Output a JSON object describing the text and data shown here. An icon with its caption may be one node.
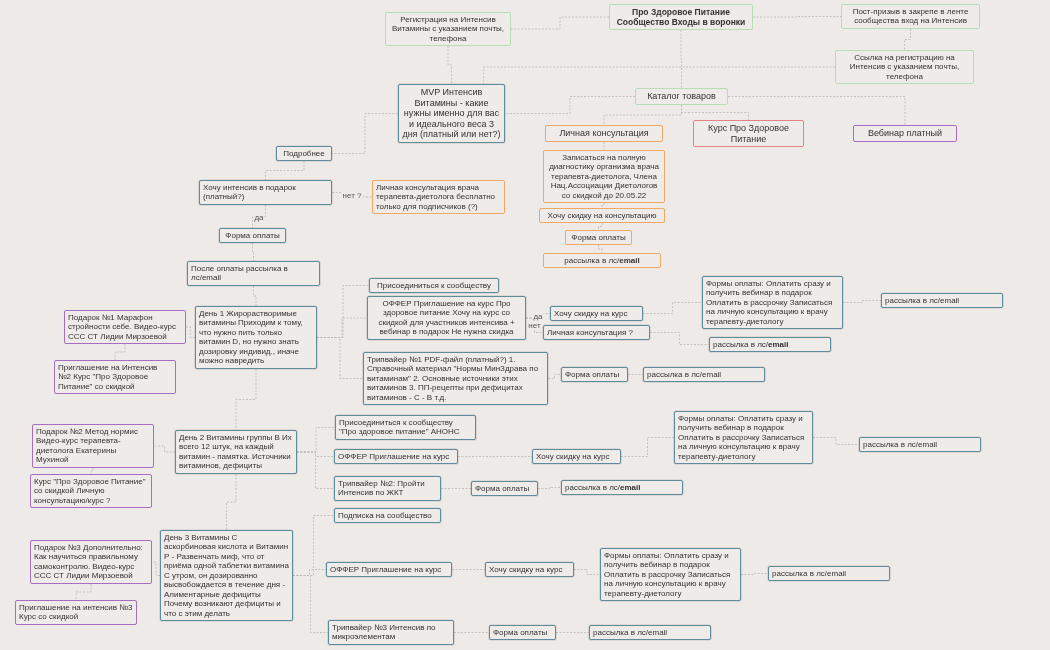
{
  "diagram": {
    "nodes": [
      {
        "text": [
          "Про Здоровое Питание Сообщество Входы в воронки"
        ]
      },
      {
        "text": [
          "Регистрация на Интенсив Витамины с указанием почты, телефона"
        ]
      },
      {
        "text": [
          "Пост-призыв в закрепе в ленте сообщества вход на Интенсив"
        ]
      },
      {
        "text": [
          "Ссылка на регистрацию на Интенсив с указанием почты, телефона"
        ]
      },
      {
        "text": [
          "MVP Интенсив Витамины - какие нужны именно для вас и идеального веса 3 дня (платный или нет?)"
        ]
      },
      {
        "text": [
          "Каталог товаров"
        ]
      },
      {
        "text": [
          "Личная консультация"
        ]
      },
      {
        "text": [
          "Курс Про Здоровое Питание"
        ]
      },
      {
        "text": [
          "Вебинар платный"
        ]
      },
      {
        "text": [
          "Записаться на полную диагностику организма врача терапевта-диетолога, Члена Нац.Ассоциации Диетологов со скидкой до 20.05.22"
        ]
      },
      {
        "text": [
          "Хочу скидку на консультацию"
        ]
      },
      {
        "text": [
          "Форма оплаты"
        ]
      },
      {
        "text": [
          "рассылка в лс/**email**"
        ]
      },
      {
        "text": [
          "Подробнее"
        ]
      },
      {
        "text": [
          "Хочу интенсив в подарок (платный?)"
        ]
      },
      {
        "text": [
          "Личная консультация врача терапевта-диетолога бесплатно только для подписчиков (?)"
        ]
      },
      {
        "text": [
          "Форма оплаты"
        ]
      },
      {
        "text": [
          "После оплаты рассылка в лс/email"
        ]
      },
      {
        "text": [
          "Присоединиться к сообществу"
        ]
      },
      {
        "text": [
          "День 1 Жирорастворимые витамины Приходим к тому, что нужно пить только витамин D, но нужно знать дозировку индивид., иначе можно навредить"
        ]
      },
      {
        "text": [
          "ОФФЕР Приглашение на курс Про здоровое питание Хочу на курс со скидкой для участников интенсива + вебинар в подарок Не нужна скидка"
        ]
      },
      {
        "text": [
          "Хочу скидку на курс"
        ]
      },
      {
        "text": [
          "Личная консультация ?"
        ]
      },
      {
        "text": [
          "Формы оплаты: Оплатить сразу и получить вебинар в подарок Оплатить в рассрочку Записаться на личную консультацию к врачу терапевту-диетологу"
        ]
      },
      {
        "text": [
          "рассылка в лс/email"
        ]
      },
      {
        "text": [
          "рассылка в лс/**email**"
        ]
      },
      {
        "text": [
          "Подарок №1 Марафон стройности себе. Видео-курс ССС СТ Лидии Мирзоевой"
        ]
      },
      {
        "text": [
          "Приглашение на Интенсив №2 Курс \"Про Здоровое Питание\" со скидкой"
        ]
      },
      {
        "text": [
          "Трипвайер №1 PDF-файл (платный?) 1. Справочный материал \"Нормы МинЗдрава по витаминам\" 2. Основные источники этих витаминов 3. ПП-рецепты при дефицитах витаминов - С - В т.д."
        ]
      },
      {
        "text": [
          "Форма оплаты"
        ]
      },
      {
        "text": [
          "рассылка в лс/email"
        ]
      },
      {
        "text": [
          "Присоединиться к сообществу \"Про здоровое питание\" АНОНС"
        ]
      },
      {
        "text": [
          "День 2 Витамины группы В Их всего 12 штук, на каждый витамин - памятка. Источники витаминов, дефициты"
        ]
      },
      {
        "text": [
          "ОФФЕР Приглашение на курс"
        ]
      },
      {
        "text": [
          "Хочу скидку на курс"
        ]
      },
      {
        "text": [
          "Формы оплаты: Оплатить сразу и получить вебинар в подарок Оплатить в рассрочку Записаться на личную консультацию к врачу терапевту-диетологу"
        ]
      },
      {
        "text": [
          "рассылка в лс/email"
        ]
      },
      {
        "text": [
          "Подарок №2 Метод нормис Видео-курс терапевта-диетолога Екатерины Мухиной"
        ]
      },
      {
        "text": [
          "Курс \"Про Здоровое Питание\" со скидкой Личную консультацию/курс ?"
        ]
      },
      {
        "text": [
          "Трипвайер №2: Пройти Интенсив по ЖКТ"
        ]
      },
      {
        "text": [
          "Форма оплаты"
        ]
      },
      {
        "text": [
          "рассылка в лс/**email**"
        ]
      },
      {
        "text": [
          "Подписка на сообщество"
        ]
      },
      {
        "text": [
          "День 3 Витамины С аскорбиновая кислота и Витамин Р - Развенчать миф, что от приёма одной таблетки витамина С утром, он дозированно высвобождается в течение дня - Алиментарные дефициты Почему возникают дефициты и что с этим делать"
        ]
      },
      {
        "text": [
          "ОФФЕР Приглашение на курс"
        ]
      },
      {
        "text": [
          "Хочу скидку на курс"
        ]
      },
      {
        "text": [
          "Формы оплаты: Оплатить сразу и получить вебинар в подарок Оплатить в рассрочку Записаться на личную консультацию к врачу терапевту-диетологу"
        ]
      },
      {
        "text": [
          "рассылка в лс/email"
        ]
      },
      {
        "text": [
          "Подарок №3 Дополнительно: Как научиться правильному самоконтролю. Видео-курс ССС СТ Лидии Мирзоевой"
        ]
      },
      {
        "text": [
          "Приглашение на интенсив №3 Курс со скидкой"
        ]
      },
      {
        "text": [
          "Трипвайер №3 Интенсив по микроэлементам"
        ]
      },
      {
        "text": [
          "Форма оплаты"
        ]
      },
      {
        "text": [
          "рассылка в лс/email"
        ]
      }
    ],
    "edges": [
      {
        "from": 0,
        "to": 1,
        "arrow": "none"
      },
      {
        "from": 0,
        "to": 2,
        "arrow": "none"
      },
      {
        "from": 2,
        "to": 3,
        "arrow": "none"
      },
      {
        "from": 1,
        "to": 4,
        "arrow": "none"
      },
      {
        "from": 3,
        "to": 4,
        "arrow": "none"
      },
      {
        "from": 0,
        "to": 5,
        "arrow": "none"
      },
      {
        "from": 5,
        "to": 4,
        "arrow": "none"
      },
      {
        "from": 5,
        "to": 6,
        "arrow": "none"
      },
      {
        "from": 5,
        "to": 7,
        "arrow": "none"
      },
      {
        "from": 5,
        "to": 8,
        "arrow": "none"
      },
      {
        "from": 6,
        "to": 9,
        "arrow": "none"
      },
      {
        "from": 9,
        "to": 10,
        "arrow": "none"
      },
      {
        "from": 10,
        "to": 11,
        "arrow": "none"
      },
      {
        "from": 11,
        "to": 12,
        "arrow": "none"
      },
      {
        "from": 4,
        "to": 13,
        "arrow": "none"
      },
      {
        "from": 13,
        "to": 14,
        "arrow": "none"
      },
      {
        "from": 14,
        "to": 15,
        "arrow": "none",
        "label": "нет ?"
      },
      {
        "from": 14,
        "to": 16,
        "arrow": "none",
        "label": "да"
      },
      {
        "from": 16,
        "to": 17,
        "arrow": "none"
      },
      {
        "from": 17,
        "to": 19,
        "arrow": "none"
      },
      {
        "from": 19,
        "to": 18,
        "arrow": "none"
      },
      {
        "from": 19,
        "to": 20,
        "arrow": "none"
      },
      {
        "from": 20,
        "to": 21,
        "arrow": "none",
        "label": "да"
      },
      {
        "from": 20,
        "to": 22,
        "arrow": "none",
        "label": "нет"
      },
      {
        "from": 21,
        "to": 23,
        "arrow": "none"
      },
      {
        "from": 23,
        "to": 24,
        "arrow": "none"
      },
      {
        "from": 22,
        "to": 25,
        "arrow": "none"
      },
      {
        "from": 19,
        "to": 26,
        "arrow": "none"
      },
      {
        "from": 26,
        "to": 27,
        "arrow": "none"
      },
      {
        "from": 19,
        "to": 28,
        "arrow": "none"
      },
      {
        "from": 28,
        "to": 29,
        "arrow": "none"
      },
      {
        "from": 29,
        "to": 30,
        "arrow": "none"
      },
      {
        "from": 19,
        "to": 32,
        "arrow": "none"
      },
      {
        "from": 32,
        "to": 31,
        "arrow": "none"
      },
      {
        "from": 32,
        "to": 33,
        "arrow": "none"
      },
      {
        "from": 33,
        "to": 34,
        "arrow": "none"
      },
      {
        "from": 34,
        "to": 35,
        "arrow": "none"
      },
      {
        "from": 35,
        "to": 36,
        "arrow": "none"
      },
      {
        "from": 32,
        "to": 37,
        "arrow": "none"
      },
      {
        "from": 37,
        "to": 38,
        "arrow": "none"
      },
      {
        "from": 32,
        "to": 39,
        "arrow": "none"
      },
      {
        "from": 39,
        "to": 40,
        "arrow": "none"
      },
      {
        "from": 40,
        "to": 41,
        "arrow": "none"
      },
      {
        "from": 32,
        "to": 43,
        "arrow": "none"
      },
      {
        "from": 43,
        "to": 42,
        "arrow": "none"
      },
      {
        "from": 43,
        "to": 44,
        "arrow": "none"
      },
      {
        "from": 44,
        "to": 45,
        "arrow": "none"
      },
      {
        "from": 45,
        "to": 46,
        "arrow": "none"
      },
      {
        "from": 46,
        "to": 47,
        "arrow": "none"
      },
      {
        "from": 43,
        "to": 48,
        "arrow": "none"
      },
      {
        "from": 48,
        "to": 49,
        "arrow": "none"
      },
      {
        "from": 43,
        "to": 50,
        "arrow": "none"
      },
      {
        "from": 50,
        "to": 51,
        "arrow": "none"
      },
      {
        "from": 51,
        "to": 52,
        "arrow": "none"
      }
    ]
  }
}
